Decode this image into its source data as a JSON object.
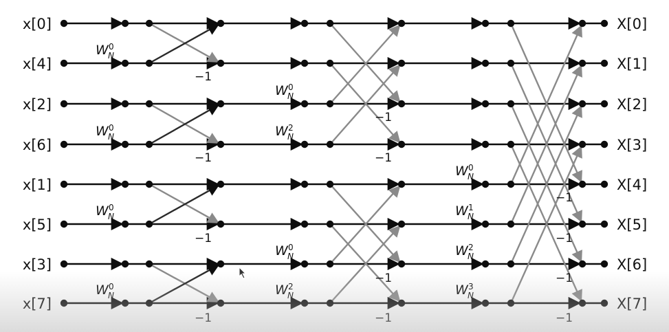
{
  "diagram": {
    "inputs": [
      "x[0]",
      "x[4]",
      "x[2]",
      "x[6]",
      "x[1]",
      "x[5]",
      "x[3]",
      "x[7]"
    ],
    "outputs": [
      "X[0]",
      "X[1]",
      "X[2]",
      "X[3]",
      "X[4]",
      "X[5]",
      "X[6]",
      "X[7]"
    ],
    "minus_one": "−1",
    "twiddle_base": "W",
    "twiddle_sub": "N",
    "stage1_twiddles": [
      {
        "row": 1,
        "exp": "0"
      },
      {
        "row": 3,
        "exp": "0"
      },
      {
        "row": 5,
        "exp": "0"
      },
      {
        "row": 7,
        "exp": "0"
      }
    ],
    "stage2_twiddles": [
      {
        "row": 2,
        "exp": "0"
      },
      {
        "row": 3,
        "exp": "2"
      },
      {
        "row": 6,
        "exp": "0"
      },
      {
        "row": 7,
        "exp": "2"
      }
    ],
    "stage3_twiddles": [
      {
        "row": 4,
        "exp": "0"
      },
      {
        "row": 5,
        "exp": "1"
      },
      {
        "row": 6,
        "exp": "2"
      },
      {
        "row": 7,
        "exp": "3"
      }
    ],
    "colors": {
      "line": "#0d0d0d",
      "cross_dark": "#2a2a2a",
      "cross_gray": "#8a8a8a"
    }
  }
}
